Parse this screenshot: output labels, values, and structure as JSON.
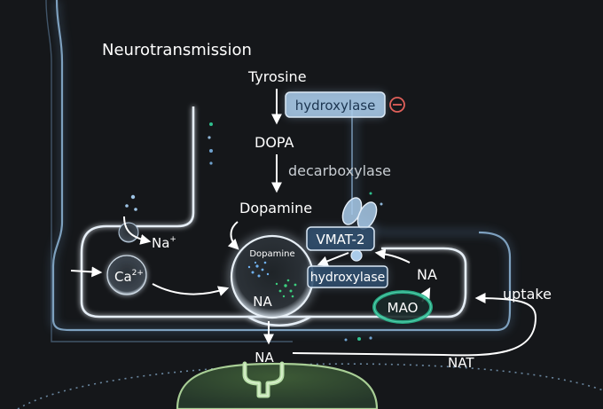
{
  "diagram": {
    "title": "Neurotransmission",
    "pathway": {
      "tyrosine": "Tyrosine",
      "hydroxylase_top": "hydroxylase",
      "inhibit_symbol": "−",
      "dopa": "DOPA",
      "decarboxylase": "decarboxylase",
      "dopamine": "Dopamine"
    },
    "terminal": {
      "na_ion": "Na",
      "na_sup": "+",
      "ca_ion": "Ca",
      "ca_sup": "2+",
      "vmat": "VMAT-2",
      "vesicle_dopamine": "Dopamine",
      "vesicle_na": "NA",
      "hydroxylase_vesicle": "hydroxylase",
      "na_cytosol": "NA",
      "mao": "MAO",
      "uptake": "uptake",
      "nat": "NAT",
      "na_cleft": "NA"
    },
    "colors": {
      "background": "#15171a",
      "membrane": "#dbe7f3",
      "membrane_glow": "#8fb6d8",
      "enzyme_fill": "#a9cbea",
      "enzyme_text": "#1c3550",
      "inhibit": "#e0605a",
      "receptor": "#b8dfa8",
      "receptor_region": "#a9cf96",
      "mao_ring": "#29b58c",
      "text": "#ffffff",
      "text_dim": "#c8cdd2"
    }
  }
}
